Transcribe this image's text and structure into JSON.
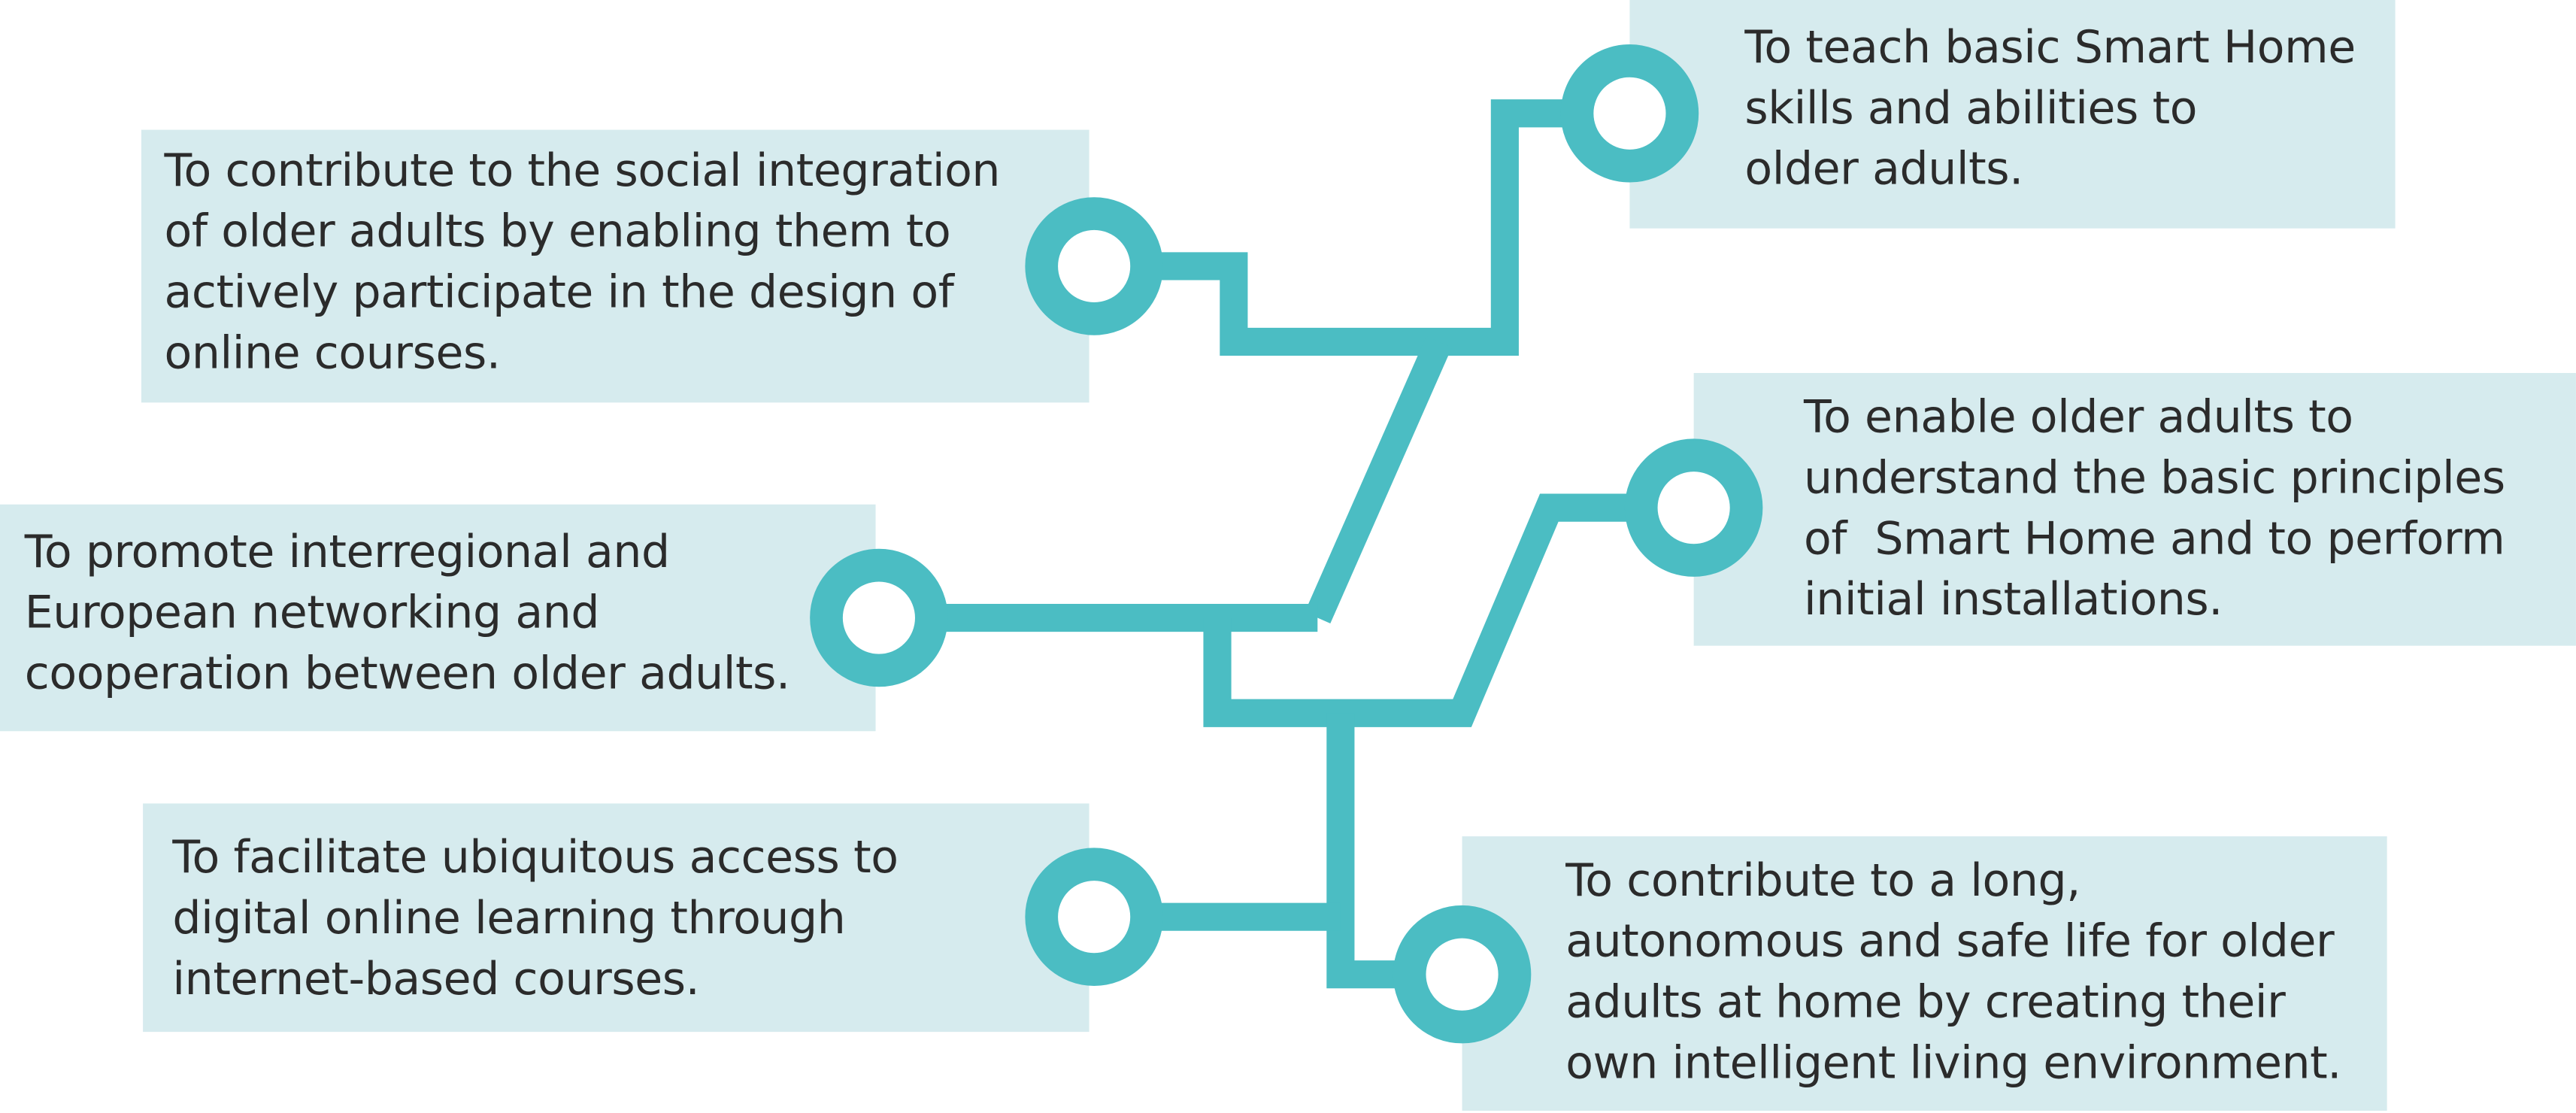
{
  "theme": {
    "accent": "#4bbdc3",
    "box_fill": "#d6ebee",
    "text_color": "#2b2b2b",
    "background": "#ffffff"
  },
  "goals": [
    {
      "id": "social-integration",
      "lines": [
        "To contribute to the social integration",
        "of older adults by enabling them to",
        "actively participate in the design of",
        "online courses."
      ]
    },
    {
      "id": "smart-home-skills",
      "lines": [
        "To teach basic Smart Home",
        "skills and abilities to",
        "older adults."
      ]
    },
    {
      "id": "networking",
      "lines": [
        "To promote interregional and",
        "European networking and",
        "cooperation between older adults."
      ]
    },
    {
      "id": "smart-home-principles",
      "lines": [
        "To enable older adults to",
        "understand the basic principles",
        "of  Smart Home and to perform",
        "initial installations."
      ]
    },
    {
      "id": "online-access",
      "lines": [
        "To facilitate ubiquitous access to",
        "digital online learning through",
        "internet-based courses."
      ]
    },
    {
      "id": "autonomous-life",
      "lines": [
        "To contribute to a long,",
        "autonomous and safe life for older",
        "adults at home by creating their",
        "own intelligent living environment."
      ]
    }
  ]
}
